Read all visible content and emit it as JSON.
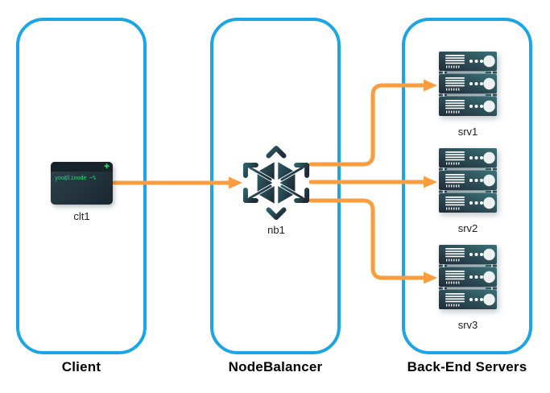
{
  "groups": [
    {
      "label": "Client",
      "nodes": [
        {
          "id": "clt1",
          "label": "clt1",
          "type": "terminal",
          "terminal_prompt": "you@linode ~%"
        }
      ]
    },
    {
      "label": "NodeBalancer",
      "nodes": [
        {
          "id": "nb1",
          "label": "nb1",
          "type": "nodebalancer"
        }
      ]
    },
    {
      "label": "Back-End Servers",
      "nodes": [
        {
          "id": "srv1",
          "label": "srv1",
          "type": "server"
        },
        {
          "id": "srv2",
          "label": "srv2",
          "type": "server"
        },
        {
          "id": "srv3",
          "label": "srv3",
          "type": "server"
        }
      ]
    }
  ],
  "connections": [
    {
      "from": "clt1",
      "to": "nb1"
    },
    {
      "from": "nb1",
      "to": "srv1"
    },
    {
      "from": "nb1",
      "to": "srv2"
    },
    {
      "from": "nb1",
      "to": "srv3"
    }
  ],
  "colors": {
    "background": "#FFFFFF",
    "box_border": "#1CA5E5",
    "arrow": "#F99D3E",
    "icon_teal": "#2D6068",
    "icon_dark": "#1F2B38",
    "icon_teal_light": "#3A7076",
    "terminal_green": "#2FD573",
    "server_circle": "#EDF1F1",
    "title_text": "#000000",
    "node_label_text": "#1E1E1E"
  }
}
